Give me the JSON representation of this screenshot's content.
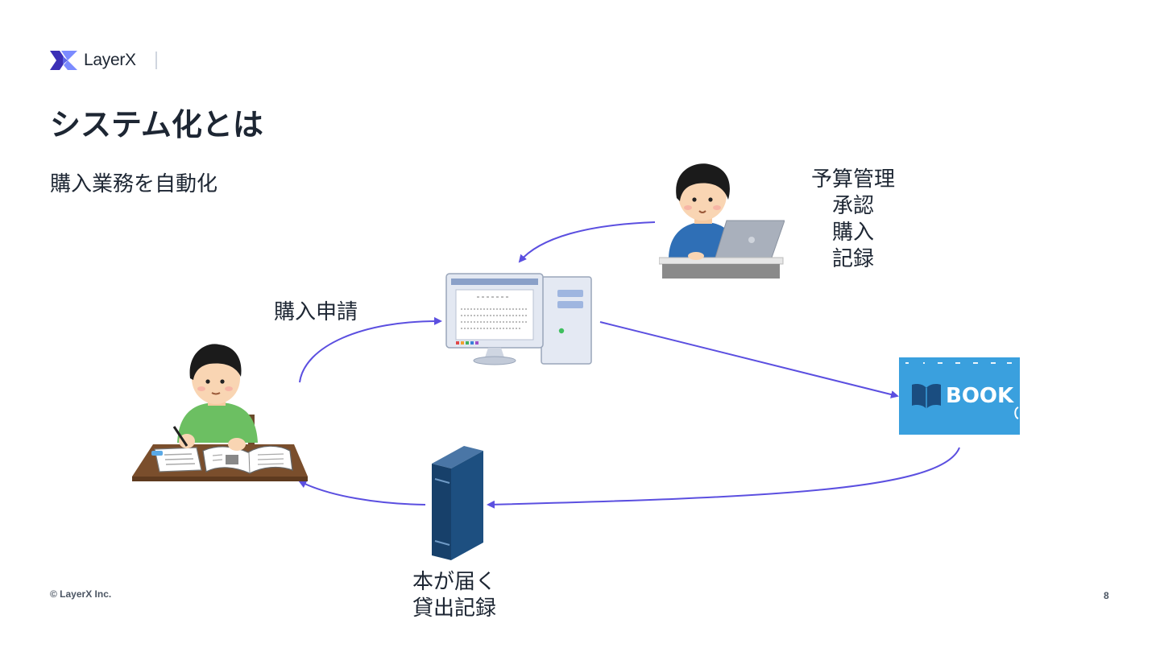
{
  "brand": {
    "name": "LayerX",
    "colors": {
      "logo_dark": "#3b2fb6",
      "logo_light": "#7b8bff"
    }
  },
  "slide": {
    "title": "システム化とは",
    "subtitle": "購入業務を自動化"
  },
  "diagram": {
    "labels": {
      "request": "購入申請",
      "admin_lines": [
        "予算管理",
        "承認",
        "購入",
        "記録"
      ],
      "delivery_lines": [
        "本が届く",
        "貸出記録"
      ]
    },
    "book_store_text": "BOOK",
    "arrow_color": "#5b4fe0",
    "icons": [
      "student-reading-icon",
      "computer-icon",
      "admin-laptop-icon",
      "book-store-icon",
      "book-icon"
    ]
  },
  "footer": {
    "copyright": "© LayerX Inc.",
    "page_number": "8"
  }
}
